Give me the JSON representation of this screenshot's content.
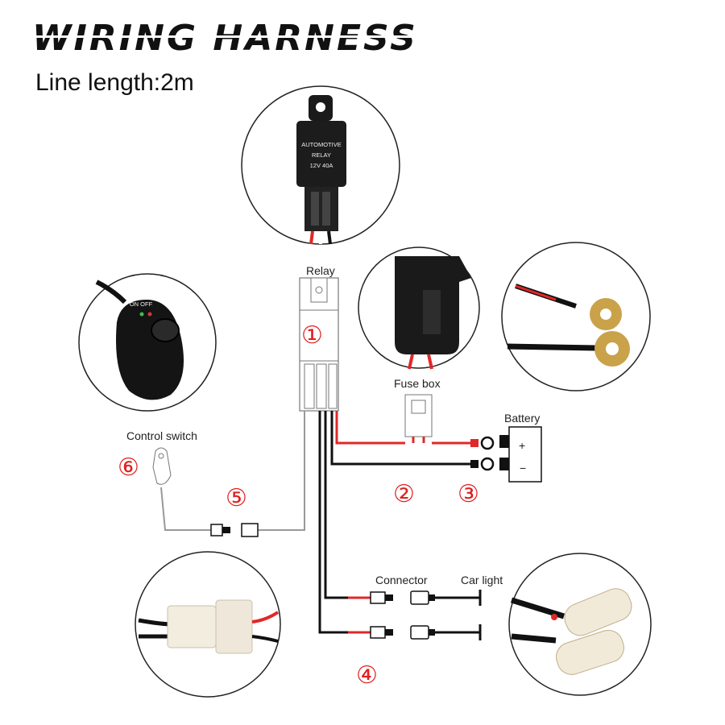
{
  "title": "WIRING HARNESS",
  "subtitle": "Line length:2m",
  "relay_chip": {
    "line1": "AUTOMOTIVE",
    "line2": "RELAY",
    "line3": "12V 40A"
  },
  "labels": {
    "relay": "Relay",
    "fuse_box": "Fuse box",
    "battery": "Battery",
    "control_switch": "Control switch",
    "connector": "Connector",
    "car_light": "Car light",
    "plus": "+",
    "minus": "−"
  },
  "markers": [
    "①",
    "②",
    "③",
    "④",
    "⑤",
    "⑥"
  ],
  "switch_chip": {
    "on_off": "ON OFF"
  },
  "colors": {
    "red_wire": "#e02828",
    "black_wire": "#111111",
    "marker": "#e02020"
  }
}
